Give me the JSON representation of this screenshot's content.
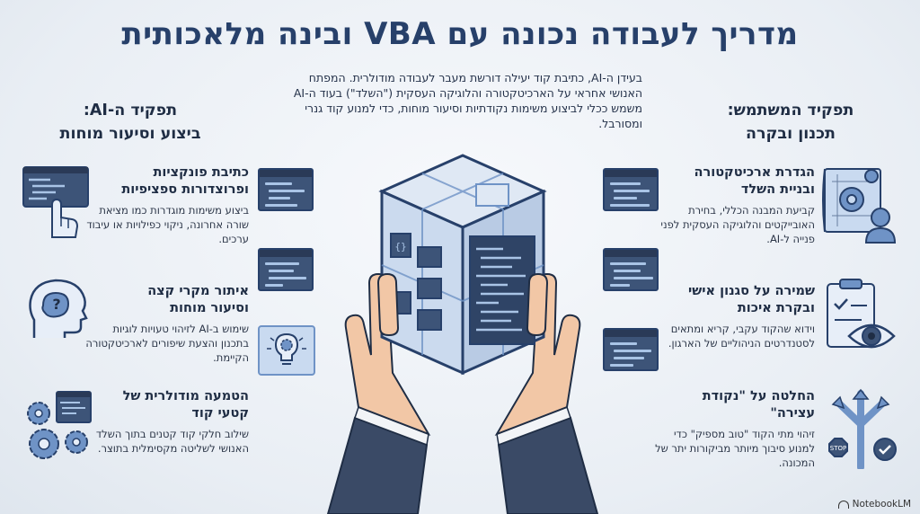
{
  "title": "מדריך לעבודה נכונה עם VBA ובינה מלאכותית",
  "intro": "בעידן ה-AI, כתיבת קוד יעילה דורשת מעבר לעבודה מודולרית. המפתח האנושי אחראי על הארכיטקטורה והלוגיקה העסקית (\"השלד\") בעוד ה-AI משמש ככלי לביצוע משימות נקודתיות וסיעור מוחות, כדי למנוע קוד גנרי ומסורבל.",
  "user_role": {
    "heading_line1": "תפקיד המשתמש:",
    "heading_line2": "תכנון ובקרה",
    "items": [
      {
        "title_line1": "הגדרת ארכיטקטורה",
        "title_line2": "ובניית השלד",
        "text": "קביעת המבנה הכללי, בחירת האובייקטים והלוגיקה העסקית לפני פנייה ל-AI."
      },
      {
        "title_line1": "שמירה על סגנון אישי",
        "title_line2": "ובקרת איכות",
        "text": "וידוא שהקוד עקבי, קריא ומתאים לסטנדרטים הניהוליים של הארגון."
      },
      {
        "title_line1": "החלטה על \"נקודת",
        "title_line2": "עצירה\"",
        "text": "זיהוי מתי הקוד \"טוב מספיק\" כדי למנוע סיבוך מיותר מביקורות יתר של המכונה."
      }
    ]
  },
  "ai_role": {
    "heading_line1": "תפקיד ה-AI:",
    "heading_line2": "ביצוע וסיעור מוחות",
    "items": [
      {
        "title_line1": "כתיבת פונקציות",
        "title_line2": "ופרוצדורות ספציפיות",
        "text": "ביצוע משימות מוגדרות כמו מציאת שורה אחרונה, ניקוי כפילויות או עיבוד ערכים."
      },
      {
        "title_line1": "איתור מקרי קצה",
        "title_line2": "וסיעור מוחות",
        "text": "שימוש ב-AI לזיהוי טעויות לוגיות בתכנון והצעת שיפורים לארכיטקטורה הקיימת."
      },
      {
        "title_line1": "הטמעה מודולרית של",
        "title_line2": "קטעי קוד",
        "text": "שילוב חלקי קוד קטנים בתוך השלד האנושי לשליטה מקסימלית בתוצר."
      }
    ]
  },
  "icons": [
    "blueprint-gear-user-icon",
    "clipboard-eye-icon",
    "crossroads-stop-icon",
    "code-hand-icon",
    "brain-question-icon",
    "gears-code-icon",
    "lightbulb-gear-icon",
    "code-cube-hands-icon"
  ],
  "colors": {
    "title": "#27406a",
    "panel": "#3d5478",
    "accent": "#6f93c6",
    "light": "#a9c4e6"
  },
  "brand": "NotebookLM"
}
